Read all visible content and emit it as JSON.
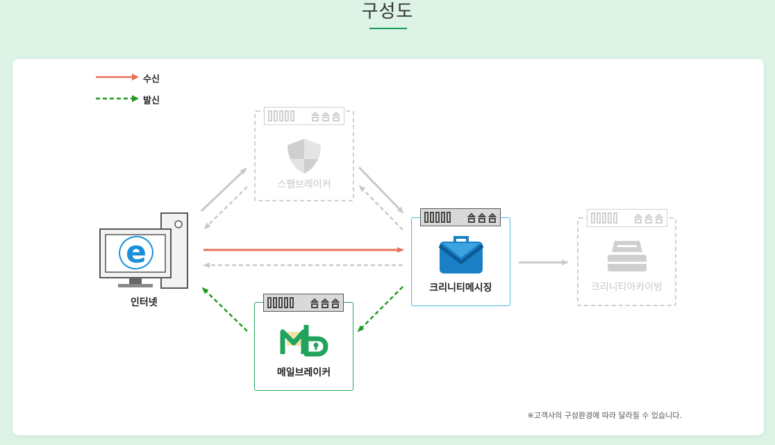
{
  "header": {
    "title": "구성도"
  },
  "legend": {
    "receive_label": "수신",
    "send_label": "발신",
    "receive_color": "#e8705b",
    "send_color": "#1f9a1f"
  },
  "nodes": {
    "internet": {
      "label": "인터넷",
      "icon": "pc-browser-icon"
    },
    "spam_breaker": {
      "label": "스팸브레이커",
      "icon": "shield-icon"
    },
    "crinity_messaging": {
      "label": "크리니티메시징",
      "icon": "mail-briefcase-icon"
    },
    "crinity_archiving": {
      "label": "크리니티아카이빙",
      "icon": "archive-icon"
    },
    "mail_breaker": {
      "label": "메일브레이커",
      "icon": "mb-logo-icon"
    }
  },
  "footer": {
    "note": "※고객사의 구성환경에 따라 달라질 수 있습니다."
  }
}
